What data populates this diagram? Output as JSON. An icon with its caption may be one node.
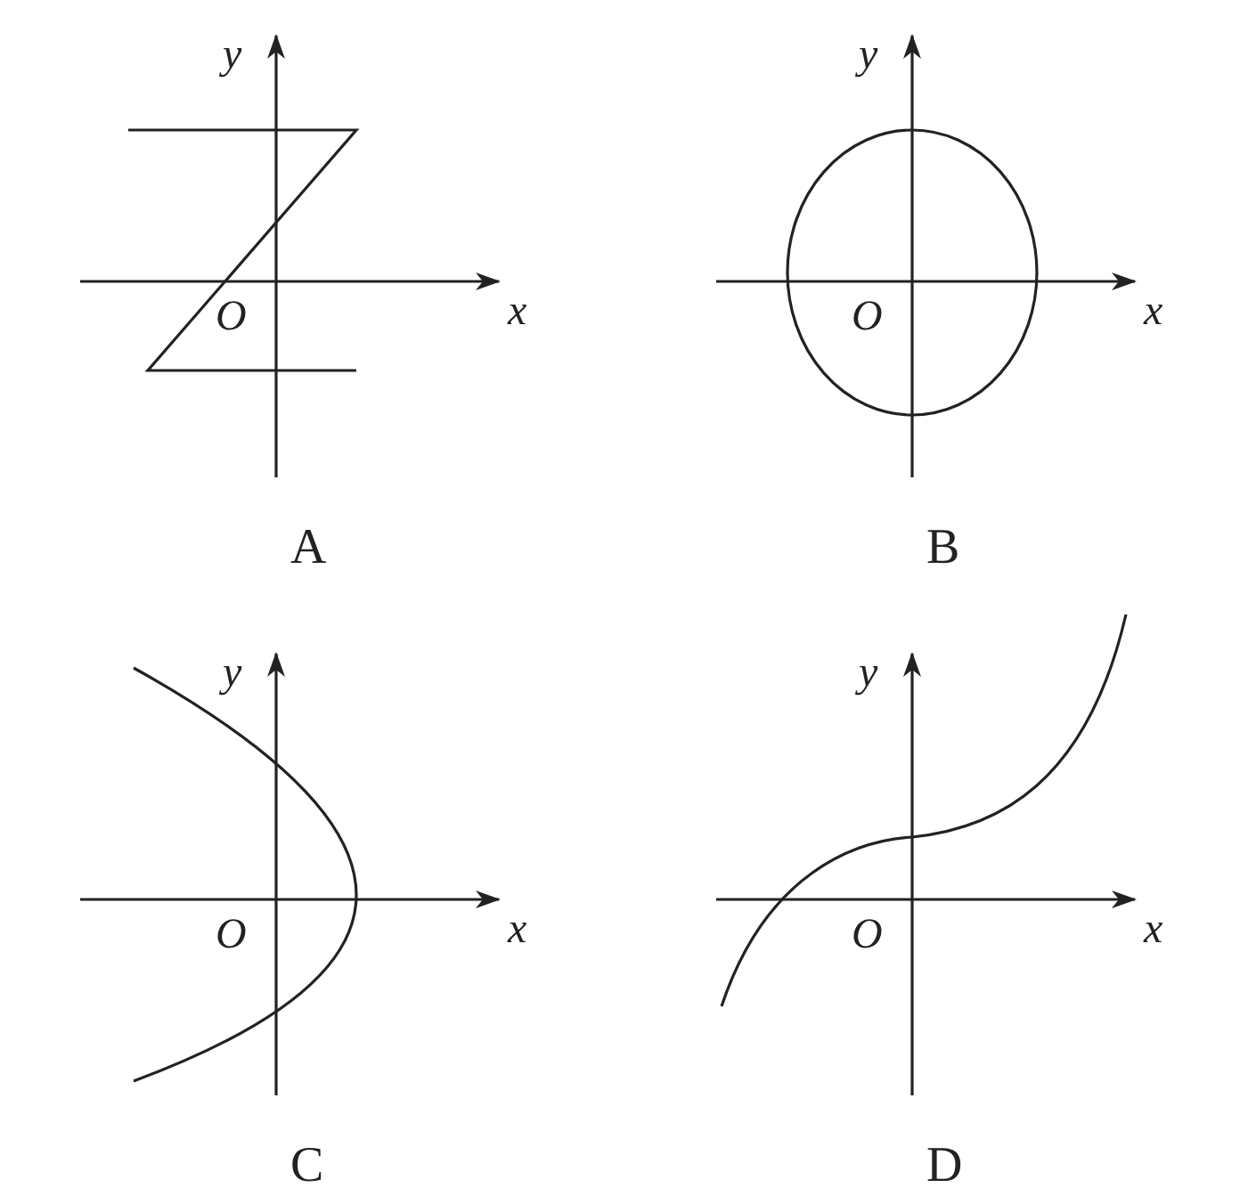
{
  "diagram": {
    "labels": [
      "y",
      "O",
      "x",
      "A",
      "y",
      "O",
      "x",
      "B",
      "y",
      "O",
      "x",
      "C",
      "y",
      "O",
      "x",
      "D"
    ]
  }
}
